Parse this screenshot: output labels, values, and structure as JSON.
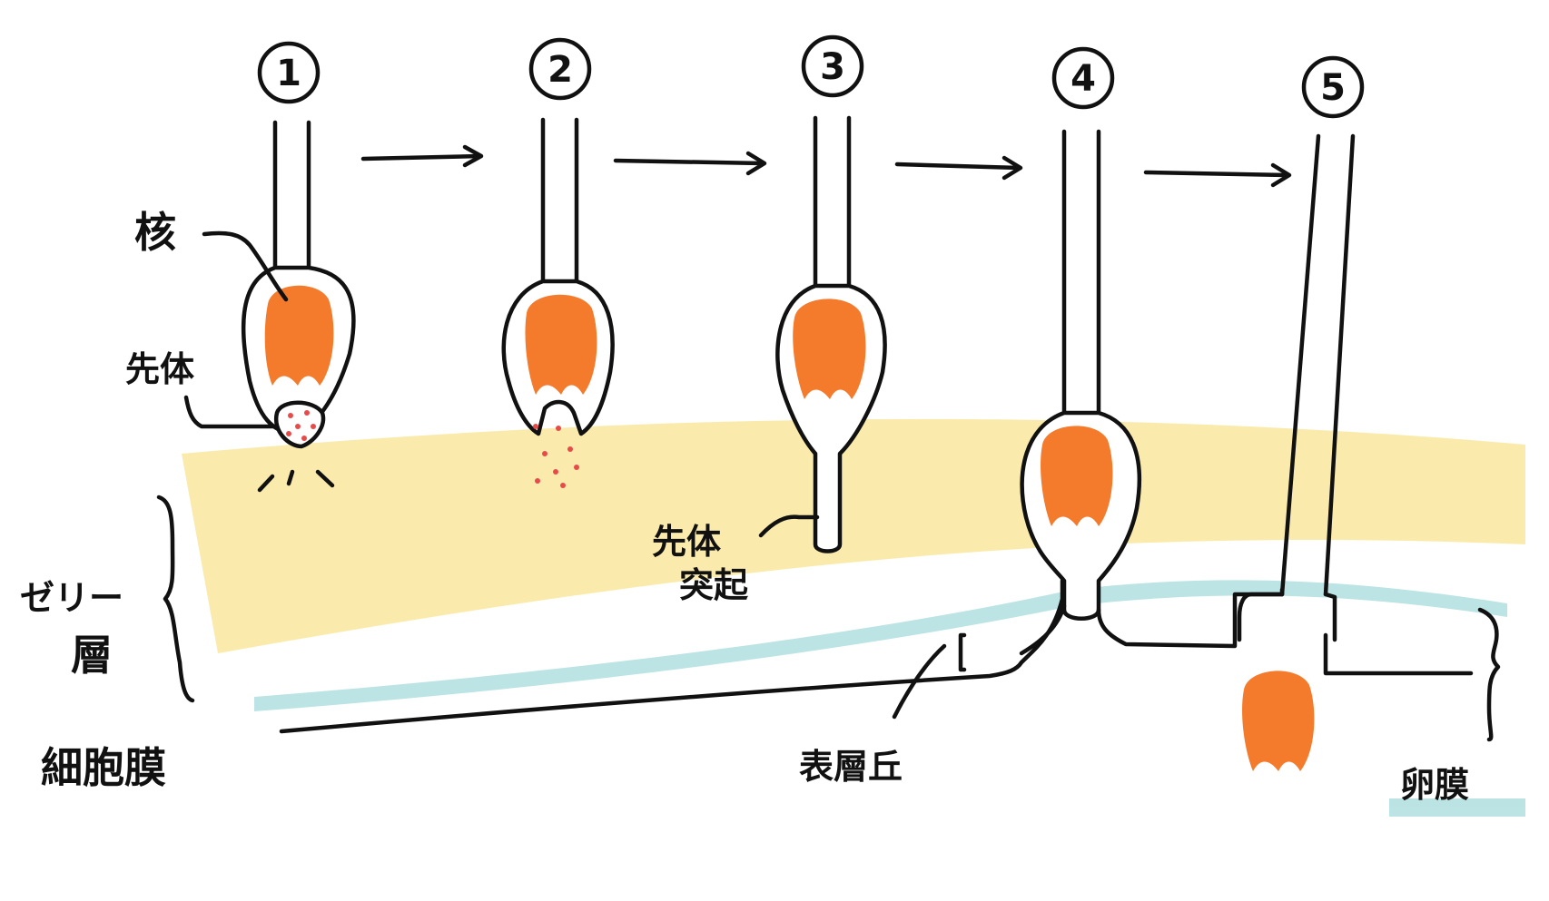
{
  "steps": [
    "1",
    "2",
    "3",
    "4",
    "5"
  ],
  "labels": {
    "nucleus": "核",
    "acrosome": "先体",
    "acrosomal_process_line1": "先体",
    "acrosomal_process_line2": "突起",
    "jelly_layer_line1": "ゼリー",
    "jelly_layer_line2": "層",
    "cell_membrane": "細胞膜",
    "fertilization_cone": "表層丘",
    "egg_envelope": "卵膜"
  },
  "colors": {
    "ink": "#111111",
    "nucleus": "#f47a2c",
    "jelly_layer": "#f6dc6a",
    "egg_envelope": "#9fd8da",
    "acrosome_granules": "#e84a4a"
  }
}
